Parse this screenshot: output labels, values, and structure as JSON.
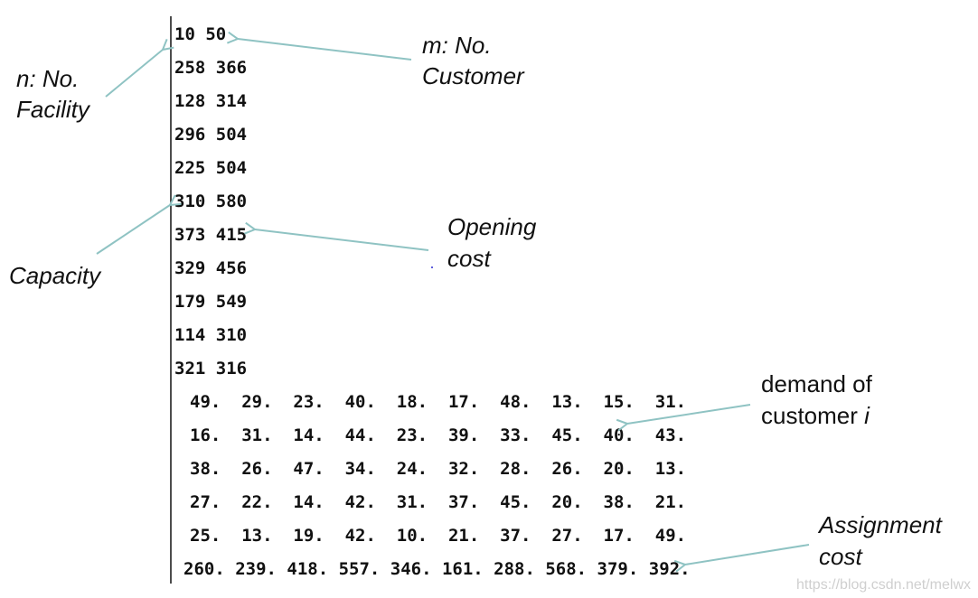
{
  "file_lines": {
    "header": "10 50",
    "facilities": [
      "258 366",
      "128 314",
      "296 504",
      "225 504",
      "310 580",
      "373 415",
      "329 456",
      "179 549",
      "114 310",
      "321 316"
    ],
    "demand_rows": [
      "49.  29.  23.  40.  18.  17.  48.  13.  15.  31.",
      "16.  31.  14.  44.  23.  39.  33.  45.  40.  43.",
      "38.  26.  47.  34.  24.  32.  28.  26.  20.  13.",
      "27.  22.  14.  42.  31.  37.  45.  20.  38.  21.",
      "25.  13.  19.  42.  10.  21.  37.  27.  17.  49."
    ],
    "assignment_row": "260. 239. 418. 557. 346. 161. 288. 568. 379. 392."
  },
  "annotations": {
    "n_facility": [
      "n: No.",
      "Facility"
    ],
    "m_customer": [
      "m: No.",
      "Customer"
    ],
    "capacity": "Capacity",
    "opening_cost": [
      "Opening",
      "cost"
    ],
    "demand": {
      "line1": "demand of",
      "line2_prefix": "customer ",
      "line2_var": "i"
    },
    "assignment_cost": [
      "Assignment",
      "cost"
    ]
  },
  "watermark": "https://blog.csdn.net/melwx",
  "colors": {
    "arrow": "#8fc3c3",
    "text": "#111111",
    "divider": "#111111",
    "watermark": "#cfcfcf"
  }
}
